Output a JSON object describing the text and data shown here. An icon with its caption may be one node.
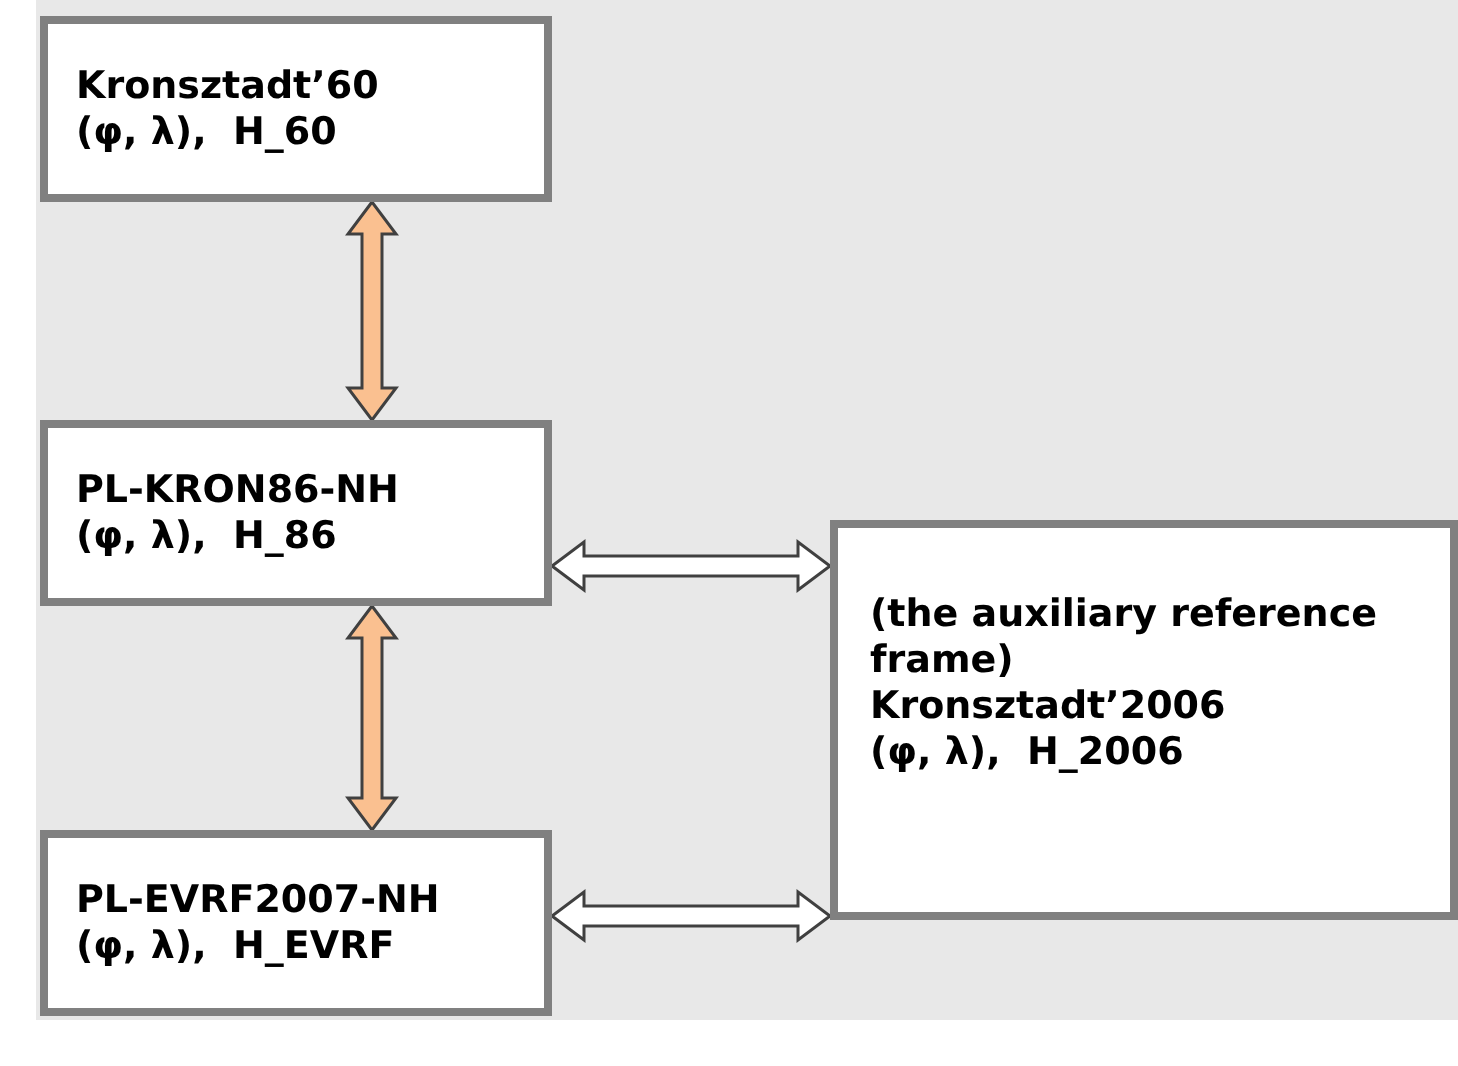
{
  "diagram": {
    "nodes": [
      {
        "text": [
          "Kronsztadt’60",
          "(φ, λ),  H_60"
        ]
      },
      {
        "text": [
          "PL-KRON86-NH",
          "(φ, λ),  H_86"
        ]
      },
      {
        "text": [
          "PL-EVRF2007-NH",
          "(φ, λ),  H_EVRF"
        ]
      },
      {
        "text": [
          "(the auxiliary reference frame)",
          "Kronsztadt’2006",
          "(φ, λ),  H_2006"
        ]
      }
    ],
    "edges": [
      {
        "from": 0,
        "to": 1,
        "arrow": "both",
        "color": "#fac090"
      },
      {
        "from": 1,
        "to": 3,
        "arrow": "both",
        "color": "#ffffff"
      },
      {
        "from": 1,
        "to": 2,
        "arrow": "both",
        "color": "#fac090"
      },
      {
        "from": 2,
        "to": 3,
        "arrow": "both",
        "color": "#ffffff"
      }
    ]
  }
}
